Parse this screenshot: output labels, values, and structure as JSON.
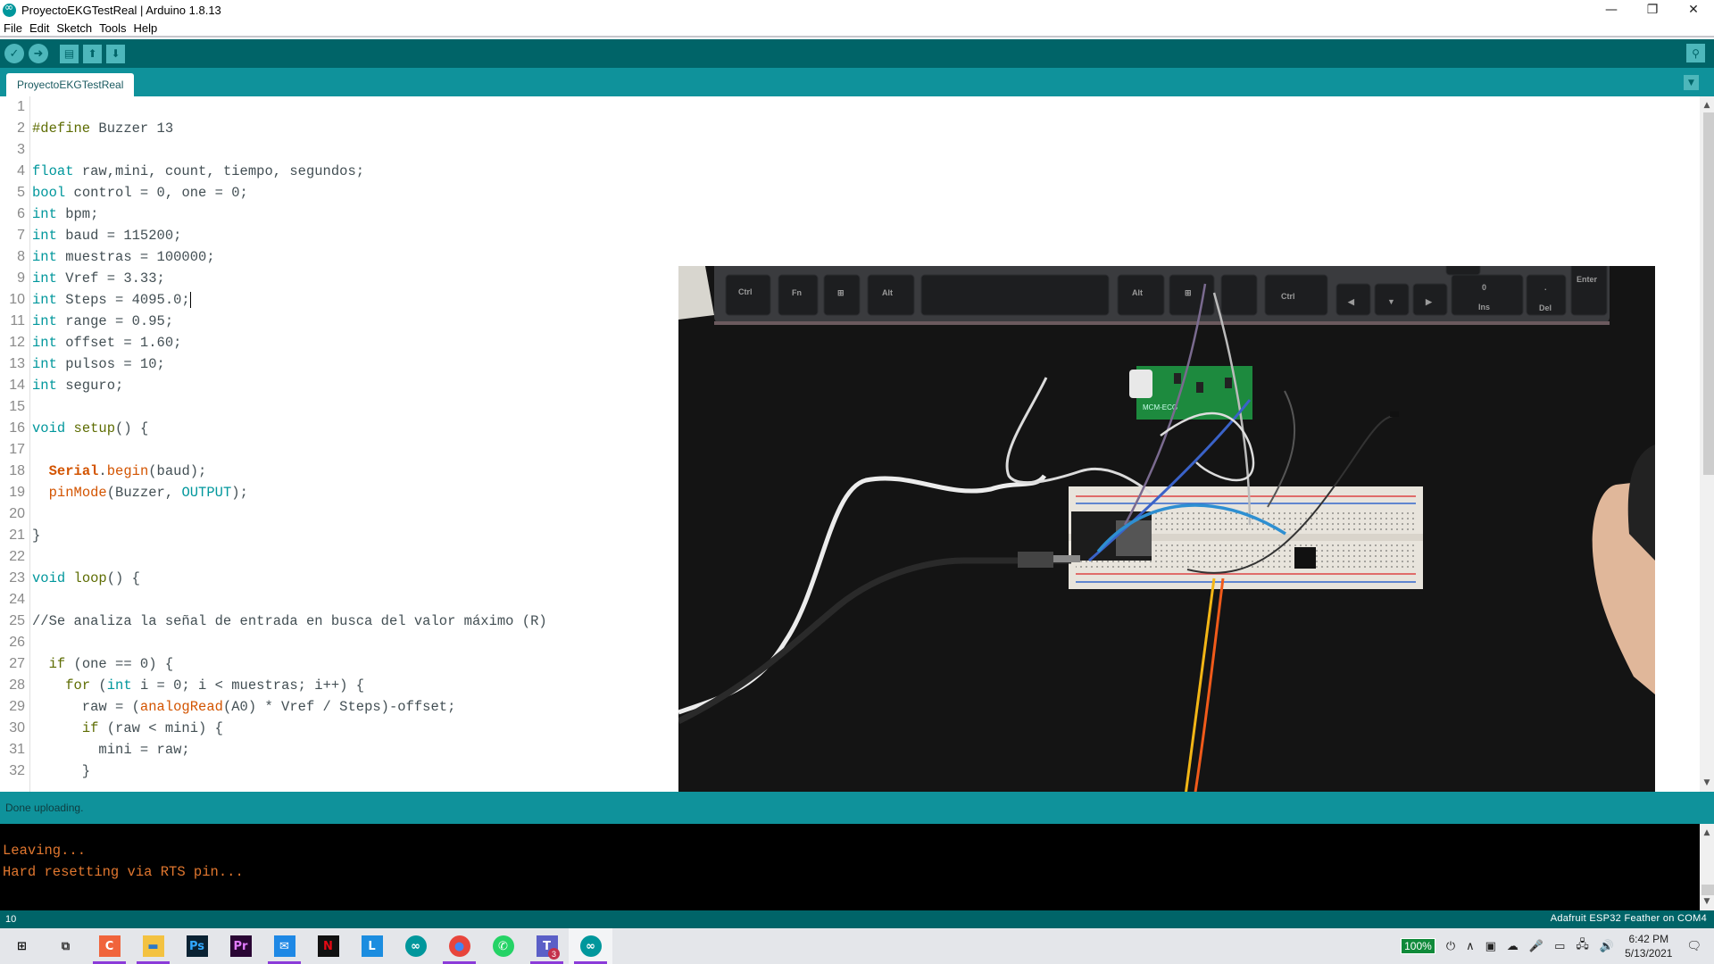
{
  "window": {
    "title": "ProyectoEKGTestReal | Arduino 1.8.13",
    "controls": {
      "minimize": "—",
      "maximize": "❐",
      "close": "✕"
    }
  },
  "menu": [
    "File",
    "Edit",
    "Sketch",
    "Tools",
    "Help"
  ],
  "toolbar": {
    "verify": {
      "icon": "check-icon",
      "glyph": "✓"
    },
    "upload": {
      "icon": "arrow-right-icon",
      "glyph": "➜"
    },
    "new": {
      "icon": "new-file-icon",
      "glyph": "▤"
    },
    "open": {
      "icon": "arrow-up-icon",
      "glyph": "⬆"
    },
    "save": {
      "icon": "arrow-down-icon",
      "glyph": "⬇"
    },
    "serial_monitor": {
      "icon": "magnifier-icon",
      "glyph": "⚲"
    }
  },
  "tabs": [
    {
      "label": "ProyectoEKGTestReal",
      "active": true
    }
  ],
  "tab_menu_glyph": "▼",
  "editor": {
    "cursor_line": 10,
    "lines": [
      {
        "n": "1",
        "html": ""
      },
      {
        "n": "2",
        "html": "<span class='k-pre'>#define</span> Buzzer 13"
      },
      {
        "n": "3",
        "html": ""
      },
      {
        "n": "4",
        "html": "<span class='k-type'>float</span> raw,mini, count, tiempo, segundos;"
      },
      {
        "n": "5",
        "html": "<span class='k-type'>bool</span> control = 0, one = 0;"
      },
      {
        "n": "6",
        "html": "<span class='k-type'>int</span> bpm;"
      },
      {
        "n": "7",
        "html": "<span class='k-type'>int</span> baud = 115200;"
      },
      {
        "n": "8",
        "html": "<span class='k-type'>int</span> muestras = 100000;"
      },
      {
        "n": "9",
        "html": "<span class='k-type'>int</span> Vref = 3.33;"
      },
      {
        "n": "10",
        "html": "<span class='k-type'>int</span> Steps = 4095.0;<span class='caret'></span>"
      },
      {
        "n": "11",
        "html": "<span class='k-type'>int</span> range = 0.95;"
      },
      {
        "n": "12",
        "html": "<span class='k-type'>int</span> offset = 1.60;"
      },
      {
        "n": "13",
        "html": "<span class='k-type'>int</span> pulsos = 10;"
      },
      {
        "n": "14",
        "html": "<span class='k-type'>int</span> seguro;"
      },
      {
        "n": "15",
        "html": ""
      },
      {
        "n": "16",
        "html": "<span class='k-type'>void</span> <span class='k-ctl'>setup</span>() {"
      },
      {
        "n": "17",
        "html": ""
      },
      {
        "n": "18",
        "html": "  <span class='k-bold'>Serial</span>.<span class='k-fn'>begin</span>(baud);"
      },
      {
        "n": "19",
        "html": "  <span class='k-fn'>pinMode</span>(Buzzer, <span class='k-const'>OUTPUT</span>);"
      },
      {
        "n": "20",
        "html": ""
      },
      {
        "n": "21",
        "html": "}"
      },
      {
        "n": "22",
        "html": ""
      },
      {
        "n": "23",
        "html": "<span class='k-type'>void</span> <span class='k-ctl'>loop</span>() {"
      },
      {
        "n": "24",
        "html": ""
      },
      {
        "n": "25",
        "html": "//Se analiza la señal de entrada en busca del valor máximo (R)"
      },
      {
        "n": "26",
        "html": ""
      },
      {
        "n": "27",
        "html": "  <span class='k-ctl'>if</span> (one == 0) {"
      },
      {
        "n": "28",
        "html": "    <span class='k-ctl'>for</span> (<span class='k-type'>int</span> i = 0; i &lt; muestras; i++) {"
      },
      {
        "n": "29",
        "html": "      raw = (<span class='k-fn'>analogRead</span>(A0) * Vref / Steps)-offset;"
      },
      {
        "n": "30",
        "html": "      <span class='k-ctl'>if</span> (raw &lt; mini) {"
      },
      {
        "n": "31",
        "html": "        mini = raw;"
      },
      {
        "n": "32",
        "html": "      }"
      }
    ]
  },
  "overlay_photo": {
    "description": "Photo of ECG breadboard circuit with ESP32 Feather, green ECG module, keyboard, hand",
    "keys": [
      "Ctrl",
      "Fn",
      "⊞",
      "Alt",
      "Alt",
      "⊞",
      "Ctrl",
      "◀",
      "▼",
      "▶",
      "0",
      "Ins",
      ".",
      "Del",
      "Enter"
    ],
    "module_label": "MCM-ECG"
  },
  "status": {
    "message": "Done uploading."
  },
  "console": {
    "lines": [
      "Leaving...",
      "Hard resetting via RTS pin..."
    ]
  },
  "footer": {
    "line_number": "10",
    "board": "Adafruit ESP32 Feather on COM4"
  },
  "taskbar": {
    "apps": [
      {
        "name": "start",
        "glyph": "⊞",
        "bg": "transparent",
        "fg": "#111",
        "running": false
      },
      {
        "name": "task-view",
        "glyph": "⧉",
        "bg": "transparent",
        "fg": "#333",
        "running": false
      },
      {
        "name": "camtasia",
        "glyph": "C",
        "bg": "#f0643c",
        "fg": "#fff",
        "running": true
      },
      {
        "name": "file-explorer",
        "glyph": "▬",
        "bg": "#f3c241",
        "fg": "#2b78c8",
        "running": true
      },
      {
        "name": "photoshop",
        "glyph": "Ps",
        "bg": "#0a2233",
        "fg": "#31a8ff",
        "running": false
      },
      {
        "name": "premiere",
        "glyph": "Pr",
        "bg": "#2a0634",
        "fg": "#e37cff",
        "running": false
      },
      {
        "name": "mail",
        "glyph": "✉",
        "bg": "#1e88e5",
        "fg": "#fff",
        "running": true
      },
      {
        "name": "netflix",
        "glyph": "N",
        "bg": "#111",
        "fg": "#e50914",
        "running": false
      },
      {
        "name": "lumi",
        "glyph": "L",
        "bg": "#1c8de0",
        "fg": "#fff",
        "running": false
      },
      {
        "name": "arduino-ide",
        "glyph": "∞",
        "bg": "#00979c",
        "fg": "#fff",
        "running": false
      },
      {
        "name": "chrome",
        "glyph": "●",
        "bg": "#e8453c",
        "fg": "#4285f4",
        "running": true
      },
      {
        "name": "whatsapp",
        "glyph": "✆",
        "bg": "#25d366",
        "fg": "#fff",
        "running": false
      },
      {
        "name": "teams",
        "glyph": "T",
        "bg": "#5b5fc7",
        "fg": "#fff",
        "running": true,
        "badge": "3"
      },
      {
        "name": "arduino-active",
        "glyph": "∞",
        "bg": "#00979c",
        "fg": "#fff",
        "running": true,
        "active": true
      }
    ],
    "tray": {
      "battery": "100%",
      "icons": [
        "⏻",
        "∧",
        "▣",
        "☁",
        "🎤",
        "▭",
        "🖧",
        "🔊"
      ],
      "time": "6:42 PM",
      "date": "5/13/2021",
      "notifications_glyph": "🗨"
    }
  },
  "colors": {
    "toolbar": "#006468",
    "tabbar": "#0f929b",
    "button": "#4db7bb",
    "keyword": "#00979c",
    "function": "#d35400",
    "preprocessor": "#5e6d03",
    "console_text": "#e1772f"
  }
}
